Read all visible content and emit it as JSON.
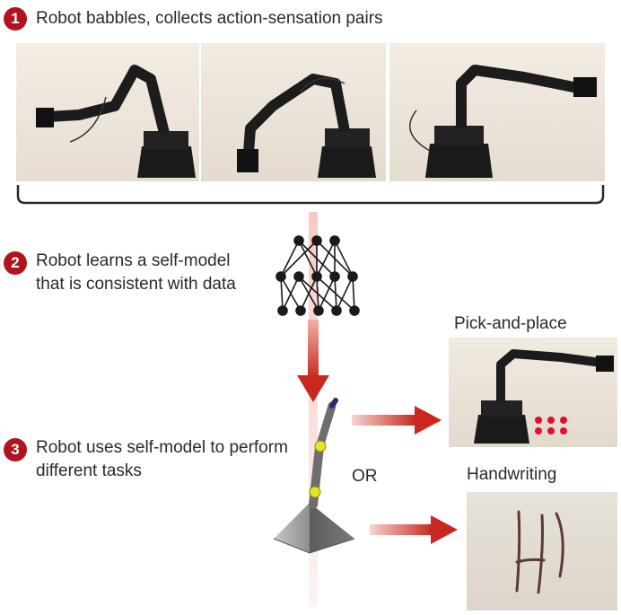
{
  "steps": [
    {
      "number": "1",
      "text": "Robot babbles, collects action-sensation pairs"
    },
    {
      "number": "2",
      "line1": "Robot learns a self-model",
      "line2": "that is consistent with data"
    },
    {
      "number": "3",
      "line1": "Robot uses self-model to perform",
      "line2": "different tasks"
    }
  ],
  "or_label": "OR",
  "tasks": {
    "pick_and_place": "Pick-and-place",
    "handwriting": "Handwriting"
  },
  "colors": {
    "badge": "#b1141e",
    "arrow": "#c8281e",
    "joint": "#e6e61e"
  }
}
